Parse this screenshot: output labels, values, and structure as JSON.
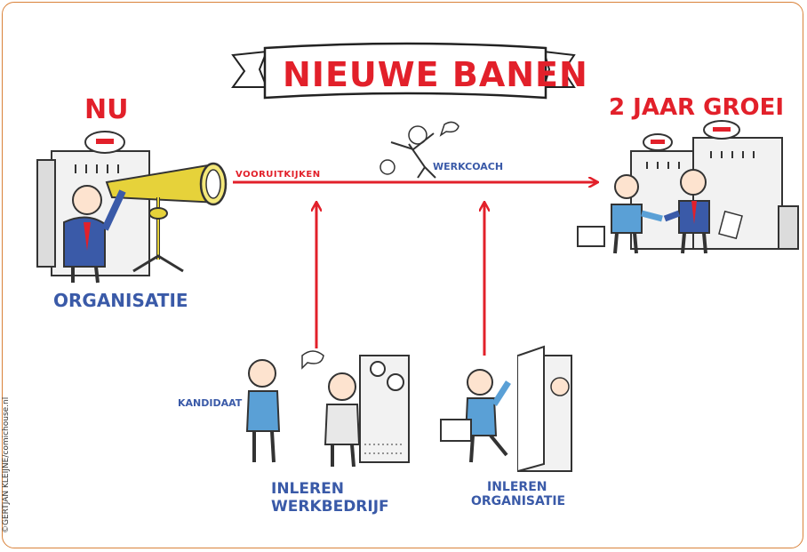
{
  "title": "NIEUWE BANEN",
  "labels": {
    "now": "NU",
    "growth": "2 JAAR GROEI",
    "organisation": "ORGANISATIE",
    "looking_ahead": "VOORUITKIJKEN",
    "coach": "WERKCOACH",
    "candidate": "KANDIDAAT",
    "train_company_line1": "INLEREN",
    "train_company_line2": "WERKBEDRIJF",
    "train_org_line1": "INLEREN",
    "train_org_line2": "ORGANISATIE"
  },
  "credit": "©GERTJAN KLEIJNE/comichouse.nl",
  "colors": {
    "accent_red": "#e2202a",
    "label_blue": "#3a5aa8",
    "frame": "#d9823a",
    "telescope": "#e6d23a"
  }
}
